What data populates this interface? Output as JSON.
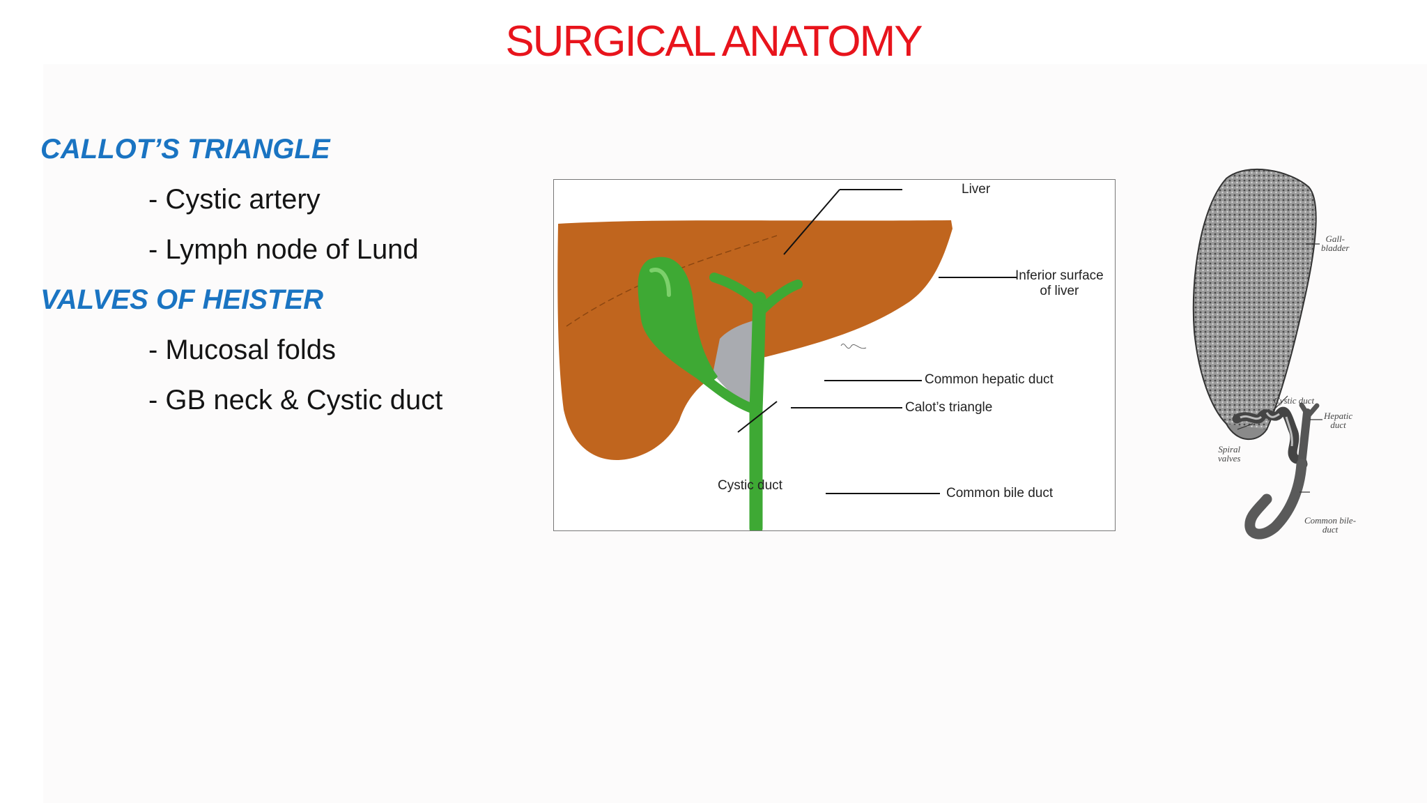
{
  "slide": {
    "title": "SURGICAL ANATOMY",
    "sections": [
      {
        "heading": "CALLOT’S TRIANGLE",
        "bullets": [
          "- Cystic artery",
          "- Lymph node of Lund"
        ]
      },
      {
        "heading": "VALVES OF HEISTER",
        "bullets": [
          "- Mucosal folds",
          "- GB neck & Cystic duct"
        ]
      }
    ]
  },
  "colors": {
    "title": "#e8141c",
    "heading": "#1a74c2",
    "liver": "#c0651e",
    "duct_green": "#3ea934",
    "triangle_gray": "#a9abb0"
  },
  "diagram": {
    "labels": {
      "liver": "Liver",
      "inferior_surface": [
        "Inferior surface",
        "of liver"
      ],
      "common_hepatic_duct": "Common hepatic duct",
      "calots_triangle": "Calot’s triangle",
      "cystic_duct": "Cystic duct",
      "common_bile_duct": "Common bile duct"
    }
  },
  "gray_figure": {
    "labels": {
      "gall_bladder": [
        "Gall-",
        "bladder"
      ],
      "cystic_duct": "Cystic duct",
      "hepatic_duct": [
        "Hepatic",
        "duct"
      ],
      "spiral_valves": [
        "Spiral",
        "valves"
      ],
      "common_bile_duct": [
        "Common bile-",
        "duct"
      ]
    }
  }
}
